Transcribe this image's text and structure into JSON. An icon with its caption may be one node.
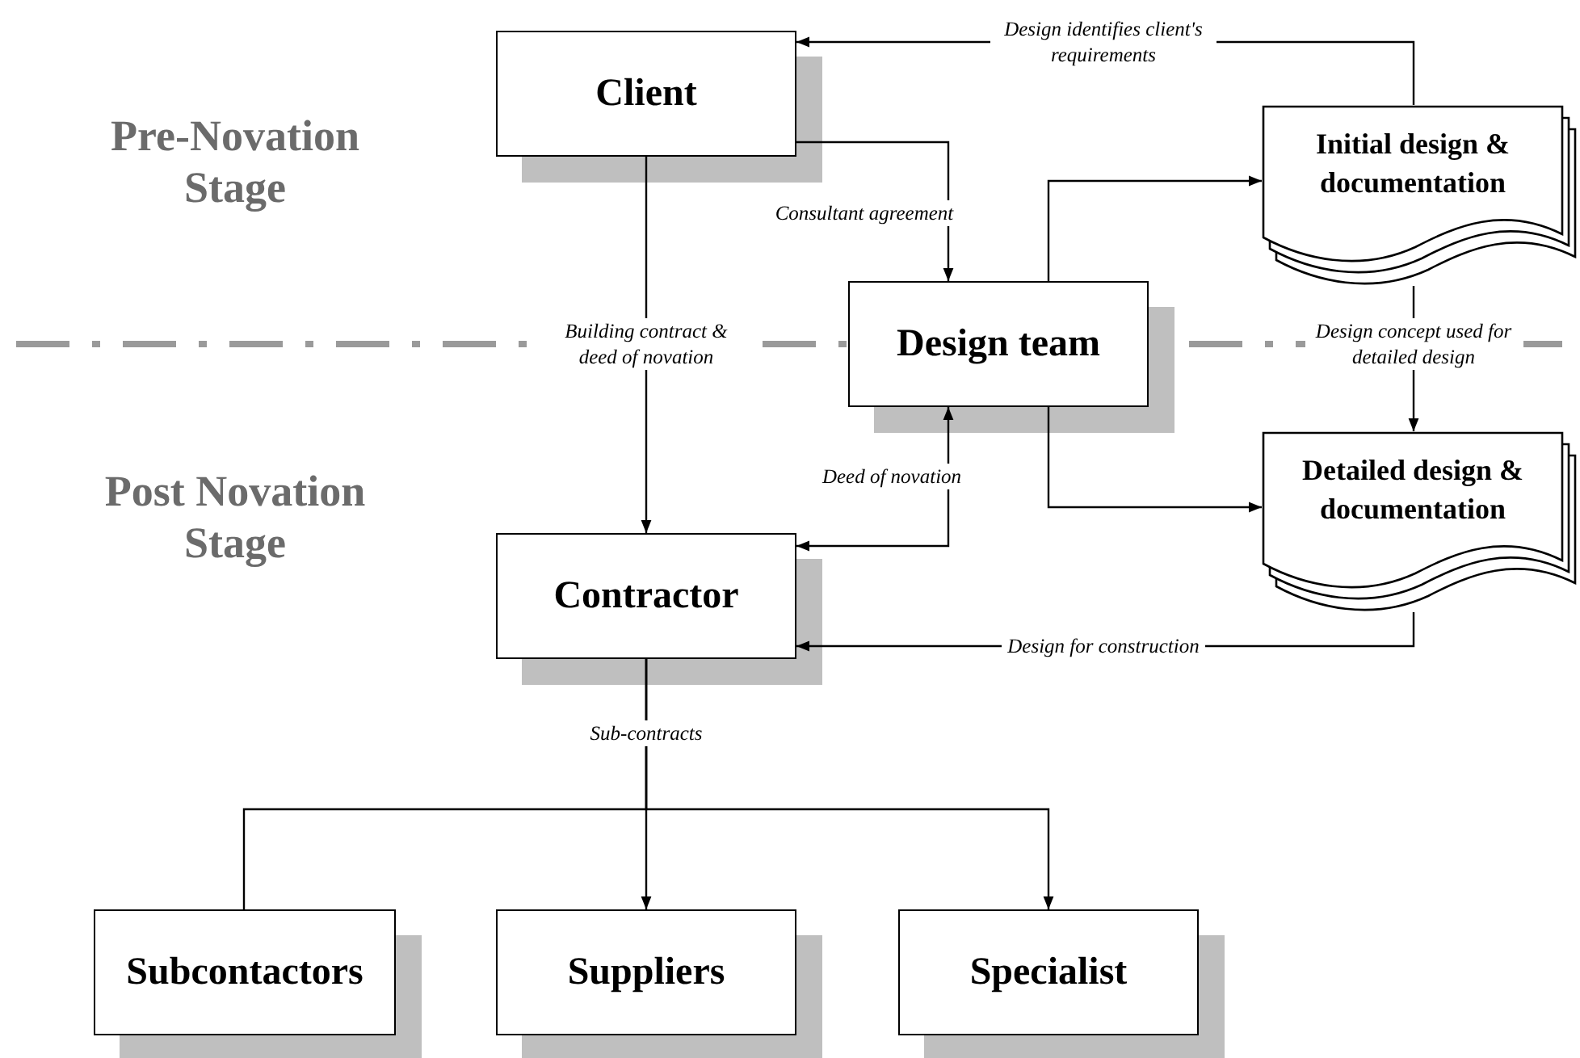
{
  "diagram": {
    "nodes": [
      {
        "text": [
          "Client"
        ]
      },
      {
        "text": [
          "Design team"
        ]
      },
      {
        "text": [
          "Initial design & documentation"
        ]
      },
      {
        "text": [
          "Detailed design & documentation"
        ]
      },
      {
        "text": [
          "Contractor"
        ]
      },
      {
        "text": [
          "Subcontactors"
        ]
      },
      {
        "text": [
          "Suppliers"
        ]
      },
      {
        "text": [
          "Specialist"
        ]
      }
    ],
    "edges": [
      {
        "from": 2,
        "to": 0,
        "arrow": "to",
        "label": "Design identifies client's requirements"
      },
      {
        "from": 0,
        "to": 1,
        "arrow": "to",
        "label": "Consultant agreement"
      },
      {
        "from": 1,
        "to": 2,
        "arrow": "to"
      },
      {
        "from": 0,
        "to": 4,
        "arrow": "to",
        "label": "Building contract & deed of novation"
      },
      {
        "from": 2,
        "to": 3,
        "arrow": "to",
        "label": "Design concept used for detailed design"
      },
      {
        "from": 1,
        "to": 4,
        "arrow": "both",
        "label": "Deed of novation"
      },
      {
        "from": 1,
        "to": 3,
        "arrow": "to"
      },
      {
        "from": 3,
        "to": 4,
        "arrow": "to",
        "label": "Design for construction"
      },
      {
        "from": 4,
        "to": 5,
        "arrow": "none"
      },
      {
        "from": 4,
        "to": 6,
        "arrow": "to",
        "label": "Sub-contracts"
      },
      {
        "from": 4,
        "to": 7,
        "arrow": "to"
      }
    ],
    "labels": [
      "Pre-Novation Stage",
      "Post Novation Stage"
    ]
  }
}
